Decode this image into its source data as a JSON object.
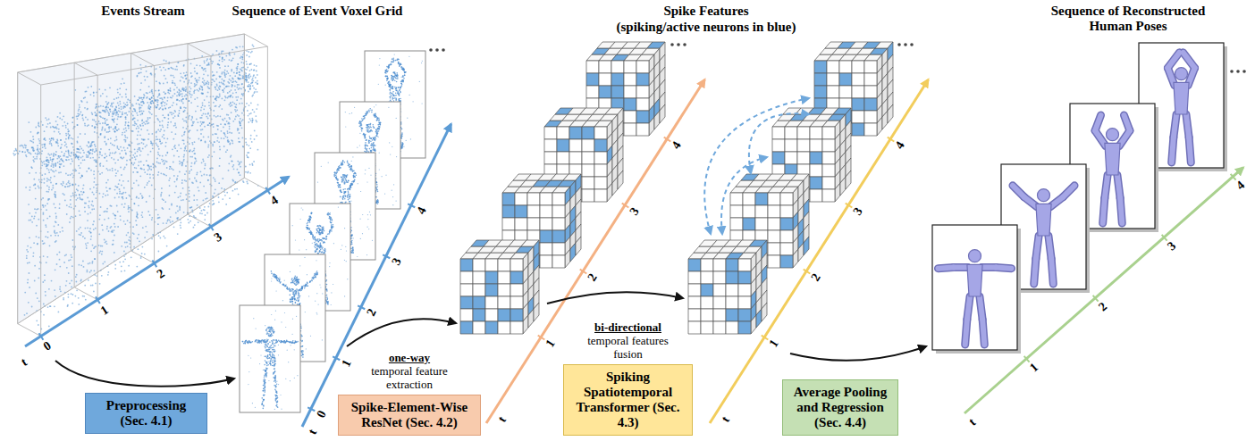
{
  "diagram": {
    "nodes": [
      {
        "text": [
          "Preprocessing (Sec. 4.1)"
        ]
      },
      {
        "text": [
          "Spike-Element-Wise ResNet (Sec. 4.2)"
        ]
      },
      {
        "text": [
          "Spiking Spatiotemporal Transformer (Sec. 4.3)"
        ]
      },
      {
        "text": [
          "Average Pooling and Regression (Sec. 4.4)"
        ]
      }
    ],
    "labels": [
      "Events Stream",
      "Sequence of Event Voxel Grid",
      "Spike Features",
      "(spiking/active neurons in blue)",
      "Sequence of Reconstructed Human Poses",
      "t",
      "0",
      "1",
      "2",
      "3",
      "4",
      "t",
      "0",
      "1",
      "2",
      "3",
      "4",
      "one-way",
      "temporal feature extraction",
      "t",
      "1",
      "2",
      "3",
      "4",
      "bi-directional",
      "temporal features fusion",
      "t",
      "1",
      "2",
      "3",
      "4",
      "t",
      "1",
      "2",
      "3",
      "4"
    ]
  }
}
